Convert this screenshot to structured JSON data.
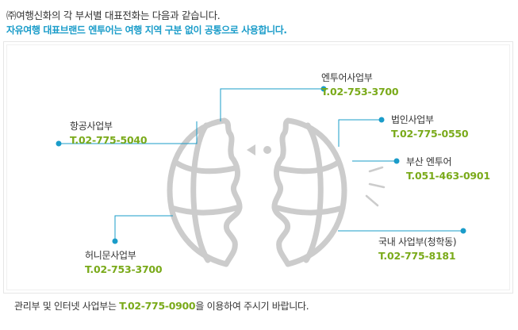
{
  "header": {
    "line1": "㈜여행신화의 각 부서별 대표전화는 다음과 같습니다.",
    "line2": "자유여행 대표브랜드 엔투어는 여행 지역 구분 없이 공통으로 사용합니다."
  },
  "departments": [
    {
      "id": "aviation",
      "name": "항공사업부",
      "tel": "T.02-775-5040"
    },
    {
      "id": "entour",
      "name": "엔투어사업부",
      "tel": "T.02-753-3700"
    },
    {
      "id": "corporate",
      "name": "법인사업부",
      "tel": "T.02-775-0550"
    },
    {
      "id": "busan",
      "name": "부산 엔투어",
      "tel": "T.051-463-0901"
    },
    {
      "id": "honeymoon",
      "name": "허니문사업부",
      "tel": "T.02-753-3700"
    },
    {
      "id": "domestic",
      "name": "국내 사업부(청학동)",
      "tel": "T.02-775-8181"
    }
  ],
  "footer": {
    "prefix": "관리부 및 인터넷 사업부는 ",
    "tel": "T.02-775-0900",
    "suffix": "을 이용하여 주시기 바랍니다."
  },
  "colors": {
    "accent_blue": "#1a9cc9",
    "accent_green": "#7aaa1a",
    "globe_gray": "#cccccc"
  }
}
